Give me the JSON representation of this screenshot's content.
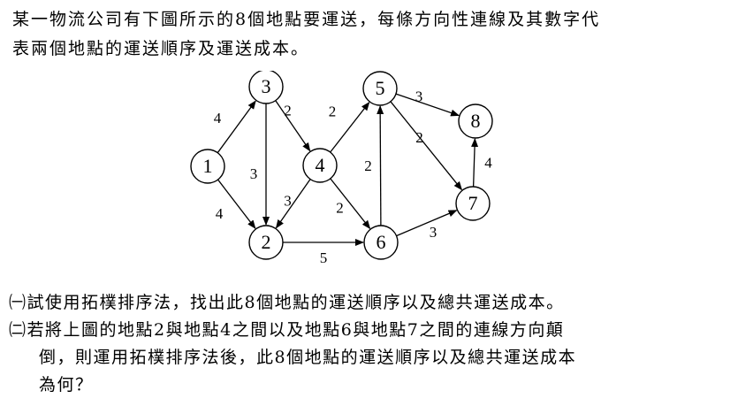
{
  "intro": {
    "line1": "某一物流公司有下圖所示的8個地點要運送，每條方向性連線及其數字代",
    "line2": "表兩個地點的運送順序及運送成本。"
  },
  "graph": {
    "nodes": [
      "1",
      "2",
      "3",
      "4",
      "5",
      "6",
      "7",
      "8"
    ],
    "edges": [
      {
        "from": "1",
        "to": "3",
        "cost": "4"
      },
      {
        "from": "1",
        "to": "2",
        "cost": "4"
      },
      {
        "from": "3",
        "to": "2",
        "cost": "3"
      },
      {
        "from": "3",
        "to": "4",
        "cost": "2"
      },
      {
        "from": "4",
        "to": "2",
        "cost": "3"
      },
      {
        "from": "4",
        "to": "5",
        "cost": "2"
      },
      {
        "from": "4",
        "to": "6",
        "cost": "2"
      },
      {
        "from": "2",
        "to": "6",
        "cost": "5"
      },
      {
        "from": "6",
        "to": "5",
        "cost": "2"
      },
      {
        "from": "5",
        "to": "8",
        "cost": "3"
      },
      {
        "from": "5",
        "to": "7",
        "cost": "2"
      },
      {
        "from": "6",
        "to": "7",
        "cost": "3"
      },
      {
        "from": "7",
        "to": "8",
        "cost": "4"
      }
    ]
  },
  "questions": {
    "q1": {
      "num": "㈠",
      "text": "試使用拓樸排序法，找出此8個地點的運送順序以及總共運送成本。"
    },
    "q2": {
      "num": "㈡",
      "line1": "若將上圖的地點2與地點4之間以及地點6與地點7之間的連線方向顛",
      "line2": "倒，則運用拓樸排序法後，此8個地點的運送順序以及總共運送成本",
      "line3": "為何？"
    }
  }
}
